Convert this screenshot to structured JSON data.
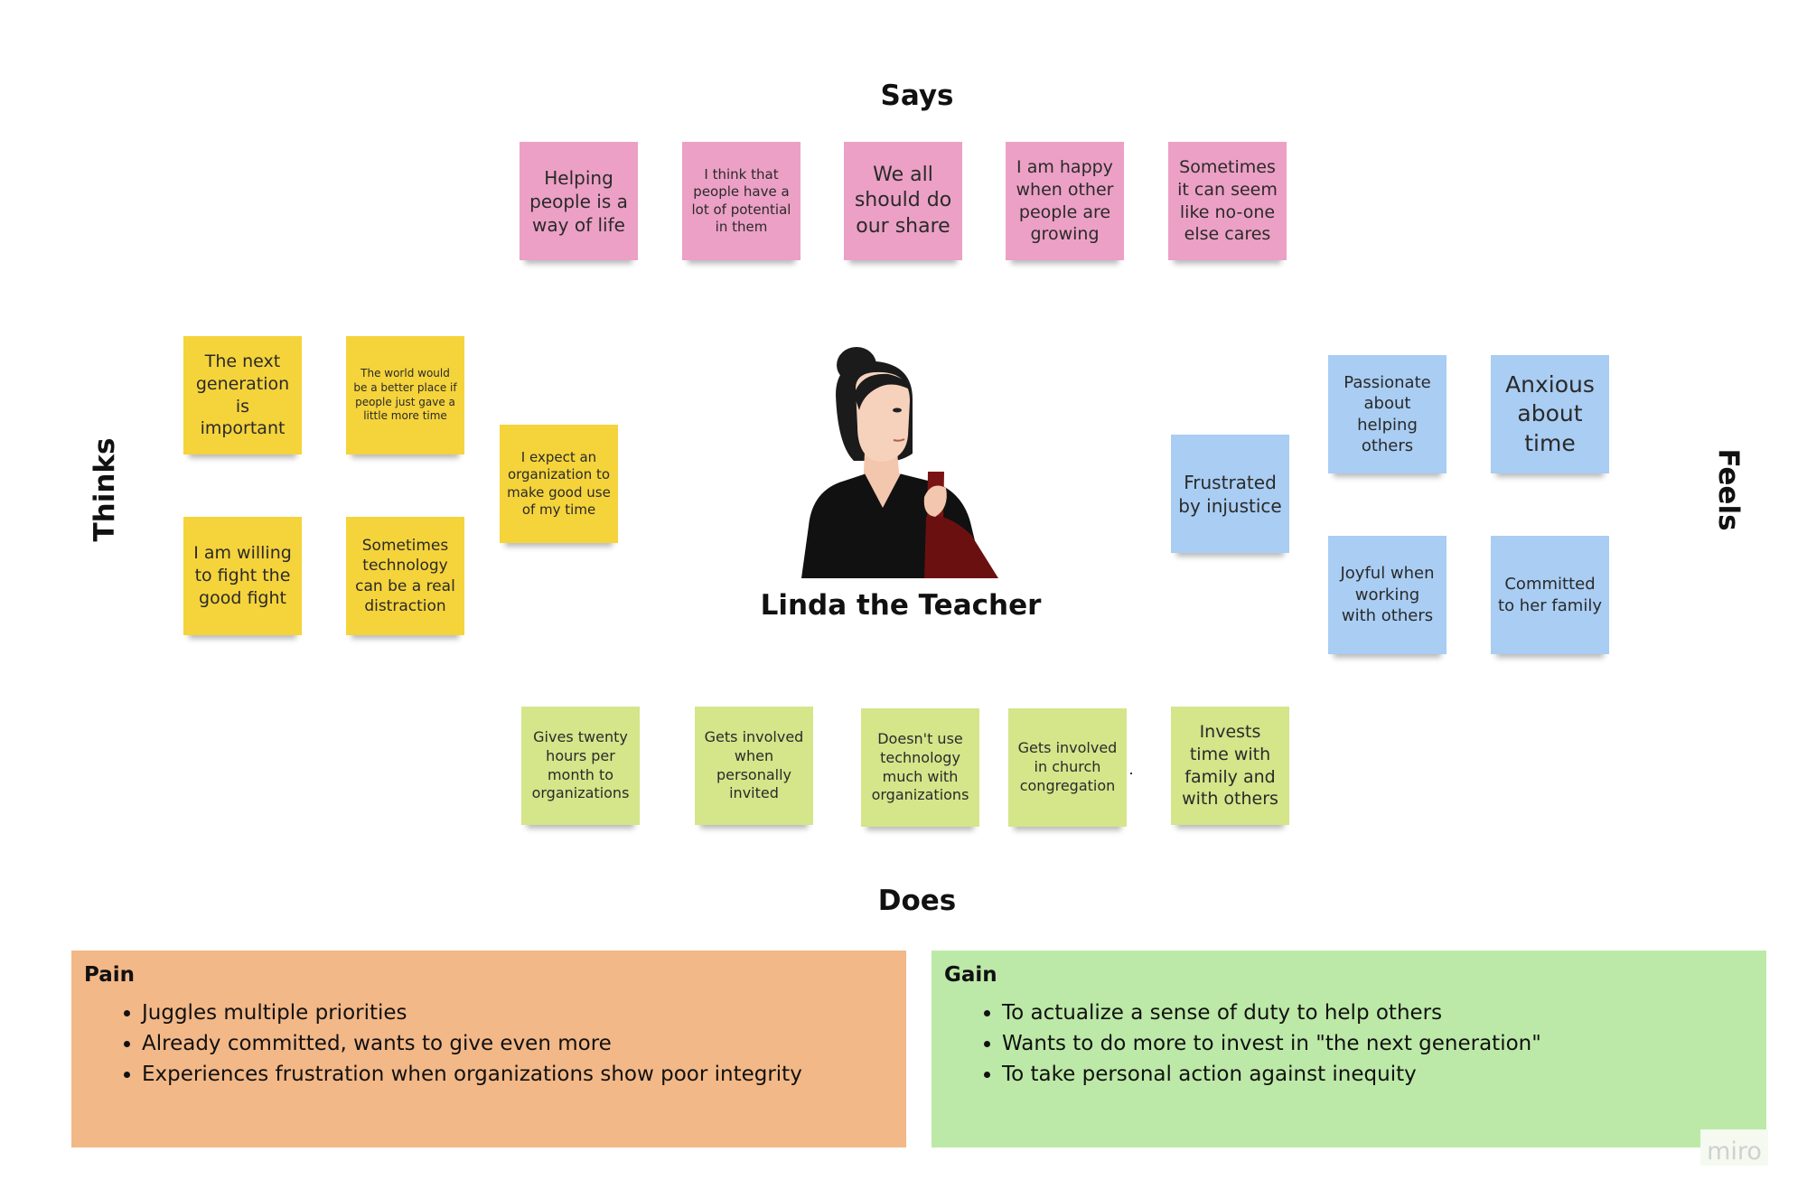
{
  "headings": {
    "says": "Says",
    "thinks": "Thinks",
    "feels": "Feels",
    "does": "Does"
  },
  "persona": {
    "name": "Linda the Teacher"
  },
  "says_notes": [
    {
      "text": "Helping people  is a way of life"
    },
    {
      "text": "I think that people have a lot of potential in them"
    },
    {
      "text": "We all should do our share"
    },
    {
      "text": "I am happy when other people are growing"
    },
    {
      "text": "Sometimes it can seem like no-one else cares"
    }
  ],
  "thinks_notes": [
    {
      "text": "The next generation is important"
    },
    {
      "text": "The world would be a better place if people just gave a little more time"
    },
    {
      "text": "I expect an organization to make good use of my time"
    },
    {
      "text": "I am willing to fight the good fight"
    },
    {
      "text": "Sometimes technology can be a real distraction"
    }
  ],
  "feels_notes": [
    {
      "text": "Passionate about helping others"
    },
    {
      "text": "Anxious about time"
    },
    {
      "text": "Frustrated by injustice"
    },
    {
      "text": "Joyful when working with others"
    },
    {
      "text": "Committed to her family"
    }
  ],
  "does_notes": [
    {
      "text": "Gives twenty hours per month to organizations"
    },
    {
      "text": "Gets involved when personally invited"
    },
    {
      "text": "Doesn't use technology much with organizations"
    },
    {
      "text": "Gets involved in church congregation"
    },
    {
      "text": "Invests time with family and with others"
    }
  ],
  "pain": {
    "title": "Pain",
    "items": [
      "Juggles multiple priorities",
      "Already committed, wants to give even more",
      "Experiences frustration when organizations show poor integrity"
    ]
  },
  "gain": {
    "title": "Gain",
    "items": [
      "To actualize a sense of duty to help others",
      "Wants to do more to invest in \"the next generation\"",
      "To take personal action against inequity"
    ]
  },
  "watermark": "miro",
  "colors": {
    "says": "#eca0c5",
    "thinks": "#f5d33b",
    "feels": "#a9cdf3",
    "does": "#d4e58a",
    "pain": "#f3b887",
    "gain": "#bce9a7"
  }
}
